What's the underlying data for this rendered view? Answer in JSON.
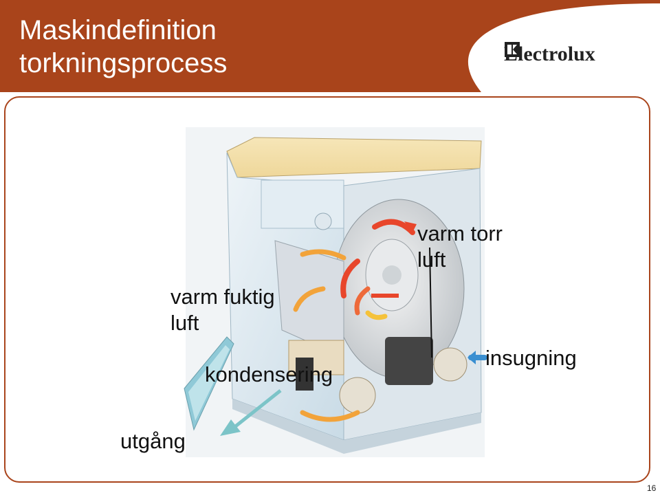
{
  "slide": {
    "title_line1": "Maskindefinition",
    "title_line2": "torkningsprocess",
    "logo_text": "Electrolux",
    "page_number": "16"
  },
  "labels": {
    "warm_dry_air_1": "varm torr",
    "warm_dry_air_2": "luft",
    "warm_humid_air_1": "varm fuktig",
    "warm_humid_air_2": "luft",
    "condensation": "kondensering",
    "intake": "insugning",
    "outlet": "utgång"
  },
  "colors": {
    "header": "#a9441b",
    "panel_border": "#a9441b",
    "arrow_hot": "#e8462b",
    "arrow_warm": "#f2a33a",
    "arrow_cool": "#7cc4c8"
  },
  "icons": {
    "logo": "electrolux-logo-mark"
  }
}
